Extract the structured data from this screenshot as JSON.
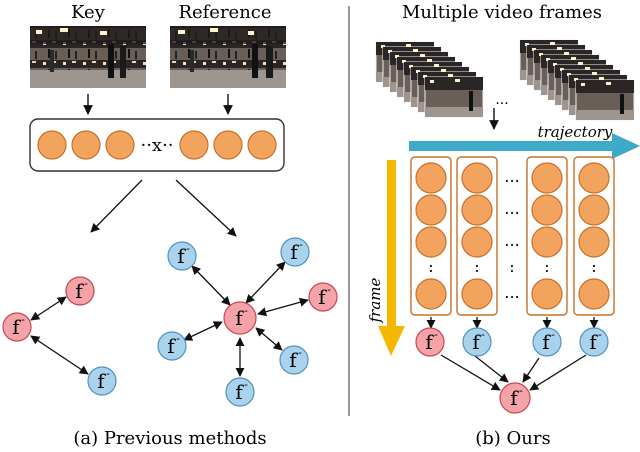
{
  "left_panel": {
    "key_label": "Key",
    "reference_label": "Reference",
    "connector_text": "··x··",
    "caption": "(a) Previous methods",
    "nodes": {
      "center_symbol": "f",
      "center_mark": "-",
      "neighbor_symbol": "f",
      "neighbor_mark": "-"
    }
  },
  "right_panel": {
    "frames_label": "Multiple video frames",
    "ellipsis": "...",
    "trajectory_label": "trajectory",
    "frame_label": "frame",
    "caption": "(b) Ours",
    "column_ellipsis": "...",
    "node_vertical_ellipsis": ":",
    "nodes": {
      "feature_symbol": "f",
      "feature_mark": "-",
      "aggregated_symbol": "f",
      "aggregated_mark": "-"
    }
  },
  "colors": {
    "orange_fill": "#f2a35e",
    "orange_stroke": "#c8702a",
    "red_fill": "#f4a3a8",
    "red_stroke": "#c9454f",
    "blue_fill": "#a9d2ec",
    "blue_stroke": "#4f93c4",
    "trajectory_arrow": "#3fa9c9",
    "frame_arrow": "#f5b800",
    "divider": "#555555"
  }
}
